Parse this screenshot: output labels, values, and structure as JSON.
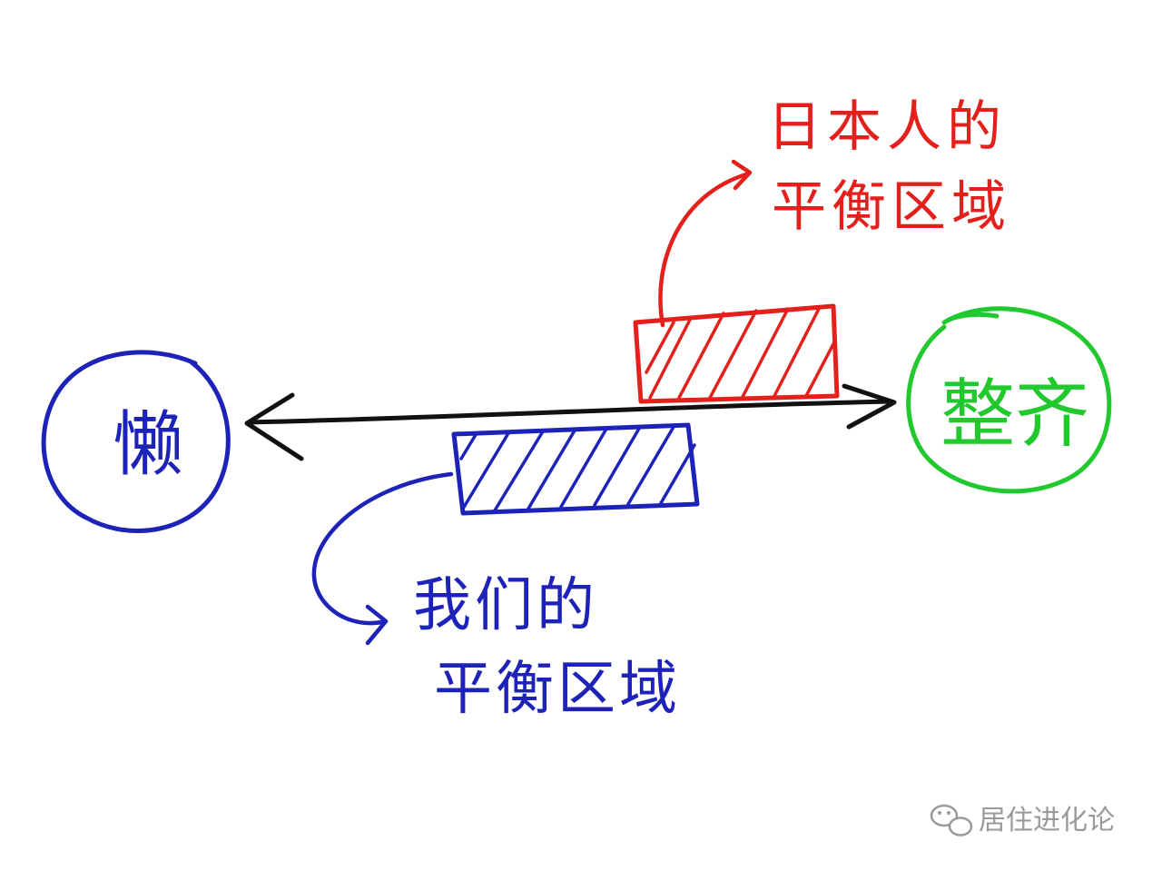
{
  "diagram": {
    "left_pole": {
      "label": "懒",
      "color": "#1d22b8"
    },
    "right_pole": {
      "label": "整齐",
      "color": "#22c92e"
    },
    "axis_color": "#111111",
    "japan_zone": {
      "label_line1": "日本人的",
      "label_line2": "平衡区域",
      "color": "#e3201c"
    },
    "our_zone": {
      "label_line1": "我们的",
      "label_line2": "平衡区域",
      "color": "#1d22b8"
    }
  },
  "watermark": {
    "text": "居住进化论",
    "icon": "wechat-icon"
  }
}
